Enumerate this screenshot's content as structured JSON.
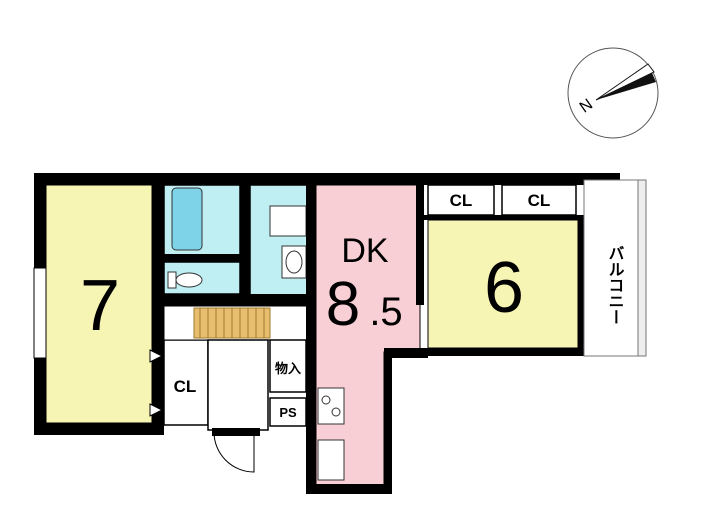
{
  "compass": {
    "north_label": "N",
    "icon": "north-arrow-icon"
  },
  "rooms": {
    "western_room": {
      "size": "7",
      "color": "#f7f5b4"
    },
    "dk": {
      "name": "DK",
      "size": "8",
      "decimal": ".5",
      "color": "#f8cfd5"
    },
    "eastern_room": {
      "size": "6",
      "color": "#f7f5b4"
    }
  },
  "closets": {
    "west": "CL",
    "east_1": "CL",
    "east_2": "CL"
  },
  "storage": "物入",
  "pipe_space": "PS",
  "balcony": "バルコニー",
  "colors": {
    "wet_area": "#bfeff3",
    "wall": "#000000",
    "floor": "#ffffff",
    "entrance_step": "#e7bd6f"
  },
  "fixtures": [
    "bathtub-icon",
    "toilet-icon",
    "washbasin-icon",
    "washing-machine-icon",
    "stove-icon",
    "sink-icon"
  ]
}
